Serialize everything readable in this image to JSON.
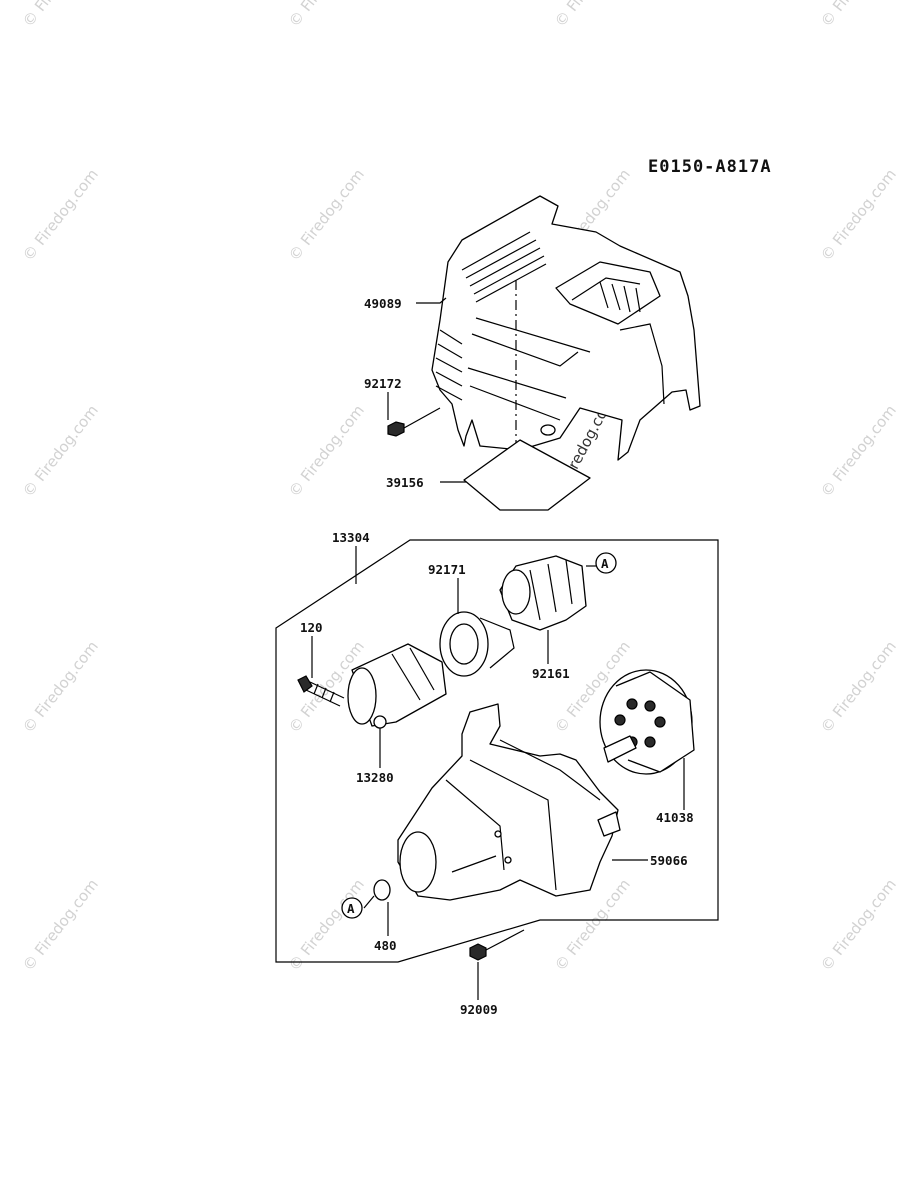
{
  "diagram_code": "E0150-A817A",
  "watermark_text": "© Firedog.com",
  "callout_letter": "A",
  "parts": {
    "p49089": "49089",
    "p92172": "92172",
    "p39156": "39156",
    "p13304": "13304",
    "p92171": "92171",
    "p120": "120",
    "p92161": "92161",
    "p13280": "13280",
    "p41038": "41038",
    "p59066": "59066",
    "p480": "480",
    "p92009": "92009"
  }
}
